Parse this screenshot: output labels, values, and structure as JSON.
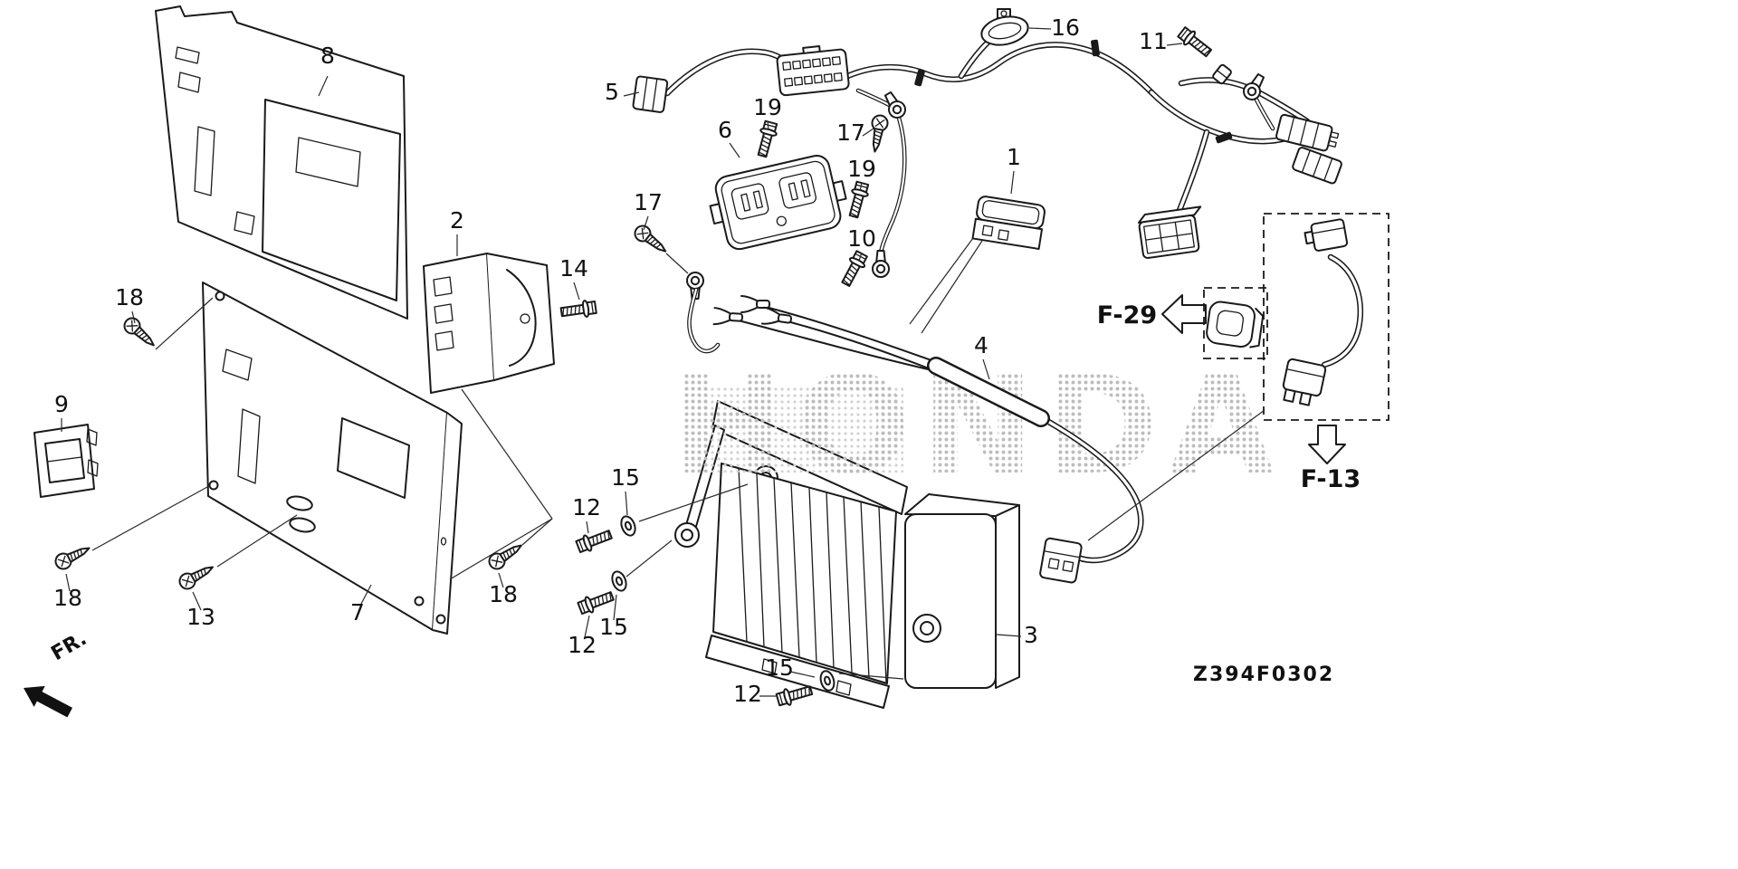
{
  "diagram": {
    "code": "Z394F0302",
    "watermark": "HONDA",
    "front_marker": "FR.",
    "page_refs": {
      "f29": "F-29",
      "f13": "F-13"
    }
  },
  "labels": {
    "panel8": "8",
    "unit2": "2",
    "bolt14": "14",
    "screw18a": "18",
    "switch9": "9",
    "screw18b": "18",
    "screw13": "13",
    "panel7": "7",
    "screw18c": "18",
    "connector5": "5",
    "bolt19a": "19",
    "breaker6": "6",
    "screw17a": "17",
    "bolt19b": "19",
    "screw17b": "17",
    "bolt10": "10",
    "connector1": "1",
    "clamp16": "16",
    "bolt11": "11",
    "harness4": "4",
    "washer15a": "15",
    "bolt12a": "12",
    "bolt12b": "12",
    "washer15b": "15",
    "regulator3": "3",
    "washer15c": "15",
    "bolt12c": "12"
  }
}
